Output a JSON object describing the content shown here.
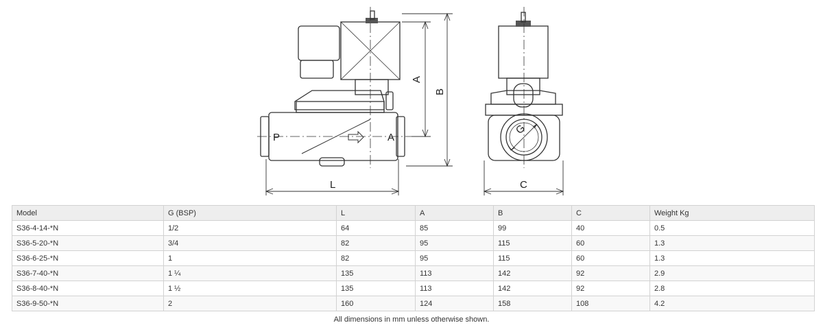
{
  "drawing": {
    "port_in_label": "P",
    "port_out_label": "A",
    "dim_A": "A",
    "dim_B": "B",
    "dim_L": "L",
    "dim_C": "C",
    "dim_G": "G"
  },
  "table": {
    "headers": [
      "Model",
      "G (BSP)",
      "L",
      "A",
      "B",
      "C",
      "Weight Kg"
    ],
    "rows": [
      [
        "S36-4-14-*N",
        "1/2",
        "64",
        "85",
        "99",
        "40",
        "0.5"
      ],
      [
        "S36-5-20-*N",
        "3/4",
        "82",
        "95",
        "115",
        "60",
        "1.3"
      ],
      [
        "S36-6-25-*N",
        "1",
        "82",
        "95",
        "115",
        "60",
        "1.3"
      ],
      [
        "S36-7-40-*N",
        "1 ¼",
        "135",
        "113",
        "142",
        "92",
        "2.9"
      ],
      [
        "S36-8-40-*N",
        "1 ½",
        "135",
        "113",
        "142",
        "92",
        "2.8"
      ],
      [
        "S36-9-50-*N",
        "2",
        "160",
        "124",
        "158",
        "108",
        "4.2"
      ]
    ]
  },
  "footnote": "All dimensions in mm unless otherwise shown."
}
